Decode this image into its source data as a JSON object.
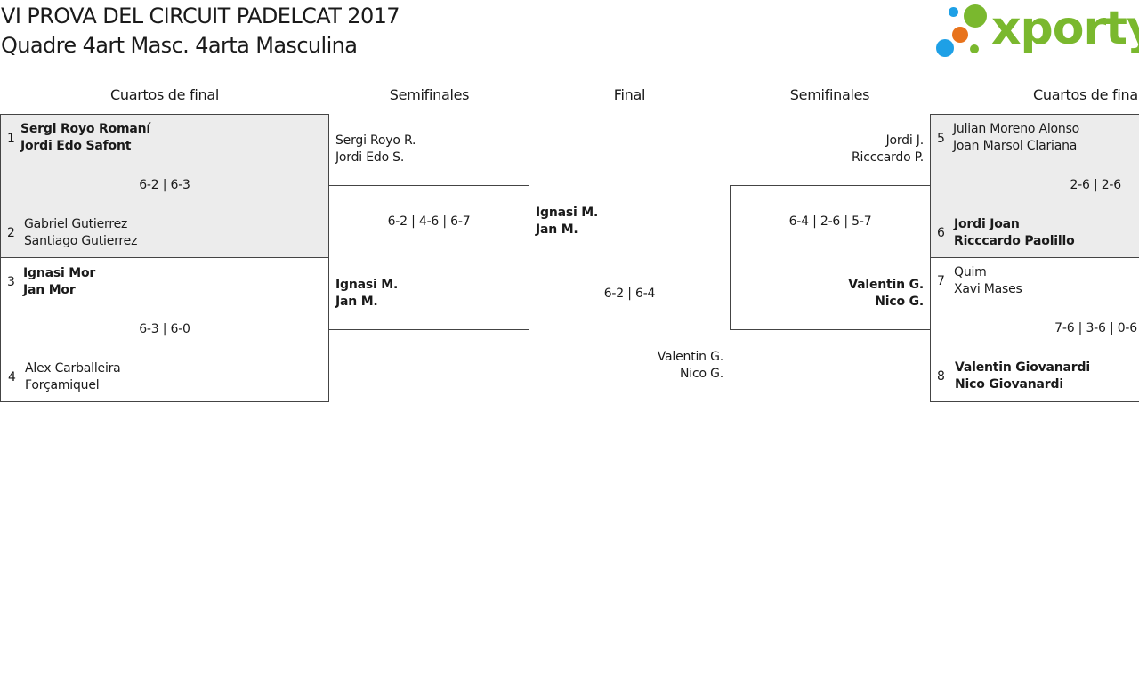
{
  "header": {
    "title": "VI PROVA DEL CIRCUIT PADELCAT 2017",
    "subtitle": "Quadre 4art Masc. 4arta Masculina"
  },
  "logo": {
    "text": "xporty",
    "colors": {
      "text": "#7ab82e",
      "dot_blue": "#1ea0e6",
      "dot_orange": "#e8731c",
      "dot_green": "#7ab82e"
    }
  },
  "columns": {
    "left_qf": "Cuartos de final",
    "left_sf": "Semifinales",
    "final": "Final",
    "right_sf": "Semifinales",
    "right_qf": "Cuartos de final"
  },
  "quarterfinals": [
    {
      "seed_a": "1",
      "player_a1": "Sergi Royo Romaní",
      "player_a2": "Jordi Edo Safont",
      "score": "6-2 | 6-3",
      "seed_b": "2",
      "player_b1": "Gabriel Gutierrez",
      "player_b2": "Santiago Gutierrez"
    },
    {
      "seed_a": "3",
      "player_a1": "Ignasi Mor",
      "player_a2": "Jan Mor",
      "score": "6-3 | 6-0",
      "seed_b": "4",
      "player_b1": "Alex Carballeira",
      "player_b2": "Forçamiquel"
    },
    {
      "seed_a": "5",
      "player_a1": "Julian Moreno Alonso",
      "player_a2": "Joan Marsol Clariana",
      "score": "2-6 | 2-6",
      "seed_b": "6",
      "player_b1": "Jordi Joan",
      "player_b2": "Ricccardo Paolillo"
    },
    {
      "seed_a": "7",
      "player_a1": "Quim",
      "player_a2": "Xavi Mases",
      "score": "7-6 | 3-6 | 0-6",
      "seed_b": "8",
      "player_b1": "Valentin Giovanardi",
      "player_b2": "Nico Giovanardi"
    }
  ],
  "semifinals": {
    "left": {
      "top1": "Sergi Royo R.",
      "top2": "Jordi Edo S.",
      "score": "6-2 | 4-6 | 6-7",
      "bottom1": "Ignasi M.",
      "bottom2": "Jan M."
    },
    "right": {
      "top1": "Jordi J.",
      "top2": "Ricccardo P.",
      "score": "6-4 | 2-6 | 5-7",
      "bottom1": "Valentin G.",
      "bottom2": "Nico G."
    }
  },
  "final": {
    "top1": "Ignasi M.",
    "top2": "Jan M.",
    "score": "6-2 | 6-4",
    "bottom1": "Valentin G.",
    "bottom2": "Nico G."
  }
}
